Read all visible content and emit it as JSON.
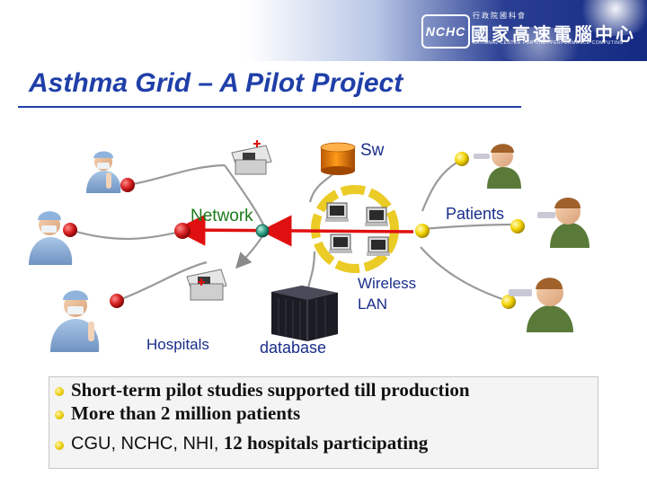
{
  "banner": {
    "logo_text": "NCHC",
    "org_line1": "行政院國科會",
    "org_line2": "國家高速電腦中心",
    "org_line3": "NATIONAL CENTER FOR HIGH-PERFORMANCE COMPUTING"
  },
  "title": "Asthma Grid – A Pilot Project",
  "diagram": {
    "labels": {
      "sw": "Sw",
      "network": "Network",
      "patients": "Patients",
      "wireless": "Wireless",
      "lan": "LAN",
      "hospitals": "Hospitals",
      "database": "database"
    }
  },
  "bullets": {
    "item1": "Short-term pilot studies supported till production",
    "item2": "More than 2 million patients",
    "item3_orgs": "CGU, NCHC, NHI,",
    "item3_rest": " 12 hospitals participating"
  },
  "colors": {
    "title": "#1f3fa8",
    "label_blue": "#1a2e8a",
    "network_green": "#1a7a1a",
    "hospital_node": "#d42020",
    "patient_node": "#f2d200",
    "arrow": "#e01010",
    "bullet_dot": "#e7c800"
  },
  "icons": [
    "doctor-icon",
    "patient-icon",
    "medical-device-icon",
    "computer-icon",
    "server-rack-icon",
    "cylinder-storage-icon",
    "network-node-icon"
  ]
}
